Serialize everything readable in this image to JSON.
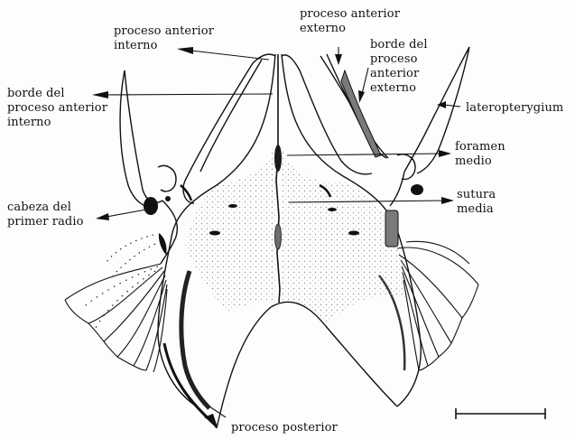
{
  "labels": {
    "proceso_anterior_interno": "proceso anterior\ninterno",
    "proceso_anterior_externo": "proceso anterior\nexterno",
    "borde_proceso_anterior_externo": "borde del\nproceso\nanterior\nexterno",
    "borde_proceso_anterior_interno": "borde del\nproceso anterior\ninterno",
    "lateropterygium": "lateropterygium",
    "foramen_medio": "foramen\nmedio",
    "sutura_media": "sutura\nmedia",
    "cabeza_primer_radio": "cabeza del\nprimer radio",
    "proceso_posterior": "proceso posterior"
  },
  "colors": {
    "ink": "#111111",
    "paper": "#fdfdfb",
    "stipple": "#9a9a9a",
    "fill_dark": "#1a1a1a",
    "fill_gray": "#7a7a7a"
  }
}
